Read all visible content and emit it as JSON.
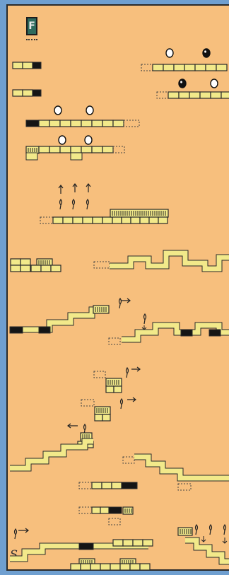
{
  "labels": {
    "finish_marker": "F",
    "start_marker": "S"
  },
  "colors": {
    "background": "#f7bf7d",
    "border": "#6f9fd0",
    "brick": "#f2e98a",
    "brick_outline": "#2a2a2a",
    "solid_block": "#151515",
    "flag": "#2f6b5d"
  },
  "icons": [
    "flag-icon",
    "coin-icon",
    "lemming-icon",
    "arrow-up-icon",
    "arrow-right-icon",
    "arrow-left-icon",
    "brick-platform",
    "cage-block"
  ]
}
